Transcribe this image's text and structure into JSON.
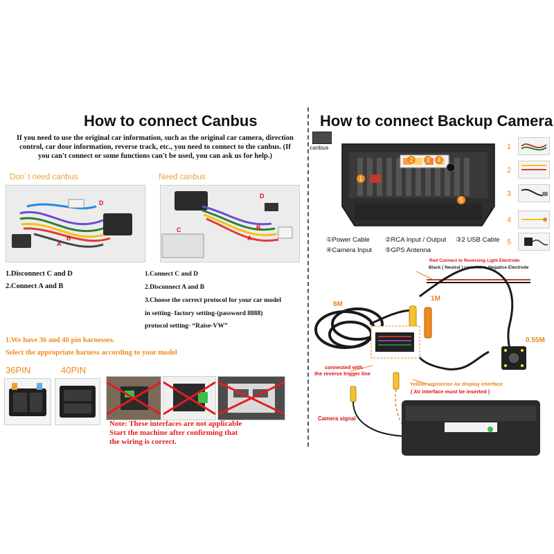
{
  "left": {
    "title": "How to connect Canbus",
    "intro": "If you need to use the original car information, such as the original car camera, direction control, car door information, reverse track, etc., you need to connect to the canbus. (If you can't connect or some functions can't be used, you can ask us for help.)",
    "no_canbus_label": "Don’ t need canbus",
    "need_canbus_label": "Need canbus",
    "diagram_labels": {
      "a": "A",
      "b": "B",
      "c": "C",
      "d": "D"
    },
    "no_canbus_steps": [
      "1.Disconnect C and D",
      "2.Connect A and B"
    ],
    "need_canbus_steps": [
      "1.Connect C and D",
      "2.Disconnect A and B",
      "3.Choose the correct protocol for your car model",
      "in setting- factory setting-(password 8888)",
      "protocol setting- “Raise-VW”"
    ],
    "harness_note_1": "1.We have 36 and 40 pin harnesses.",
    "harness_note_2": "Select the appropriate harness according to your model",
    "pin36": "36PIN",
    "pin40": "40PIN",
    "warning_lines": [
      "Note: These interfaces are not applicable",
      "Start the machine after confirming that",
      "the wiring is correct."
    ]
  },
  "right": {
    "title": "How to connect Backup Camera",
    "canbus_tag": "canbus",
    "port_numbers": [
      "1",
      "2",
      "3",
      "4",
      "5"
    ],
    "legend": [
      "①Power Cable",
      "②RCA Input / Output",
      "③2 USB Cable",
      "④Camera Input",
      "⑤GPS Antenna"
    ],
    "red_note": "Red Connect to Reversing Light Electrode",
    "black_note": "Black ( Neutral ) connect to Negatice Electrode",
    "length_6m": "6M",
    "length_1m": "1M",
    "length_055m": "0.55M",
    "reverse_note_1": "connected with",
    "reverse_note_2": "the reverse trigger line",
    "yellow_note": "Yellow connector Av display interface",
    "av_note": "( AV interface must be inserted )",
    "camera_signal": "Camera signal"
  },
  "colors": {
    "orange": "#f08a1c",
    "red": "#e21d1d",
    "dark": "#111111"
  }
}
